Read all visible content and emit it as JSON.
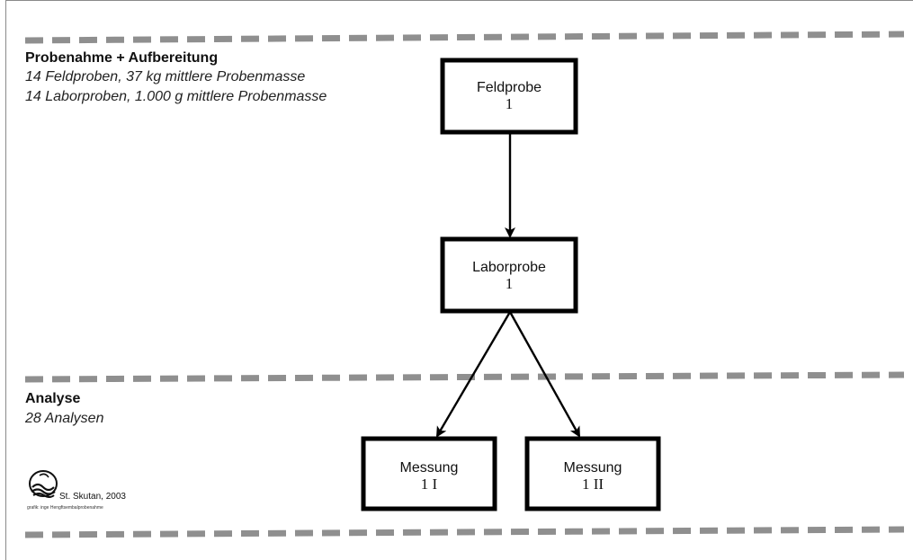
{
  "sections": {
    "top": {
      "title": "Probenahme + Aufbereitung",
      "lines": [
        "14 Feldproben, 37 kg mittlere Probenmasse",
        "14 Laborproben, 1.000 g mittlere Probenmasse"
      ]
    },
    "bottom": {
      "title": "Analyse",
      "lines": [
        "28 Analysen"
      ]
    }
  },
  "nodes": {
    "feldprobe": {
      "label": "Feldprobe",
      "num": "1"
    },
    "laborprobe": {
      "label": "Laborprobe",
      "num": "1"
    },
    "messung1": {
      "label": "Messung",
      "num": "1 I"
    },
    "messung2": {
      "label": "Messung",
      "num": "1 II"
    }
  },
  "logo": {
    "text": "St. Skutan, 2003",
    "credit": "grafik: inge Hengftsembalprobenahme"
  },
  "colors": {
    "dash": "#8f8f8f",
    "box_border": "#000000"
  }
}
